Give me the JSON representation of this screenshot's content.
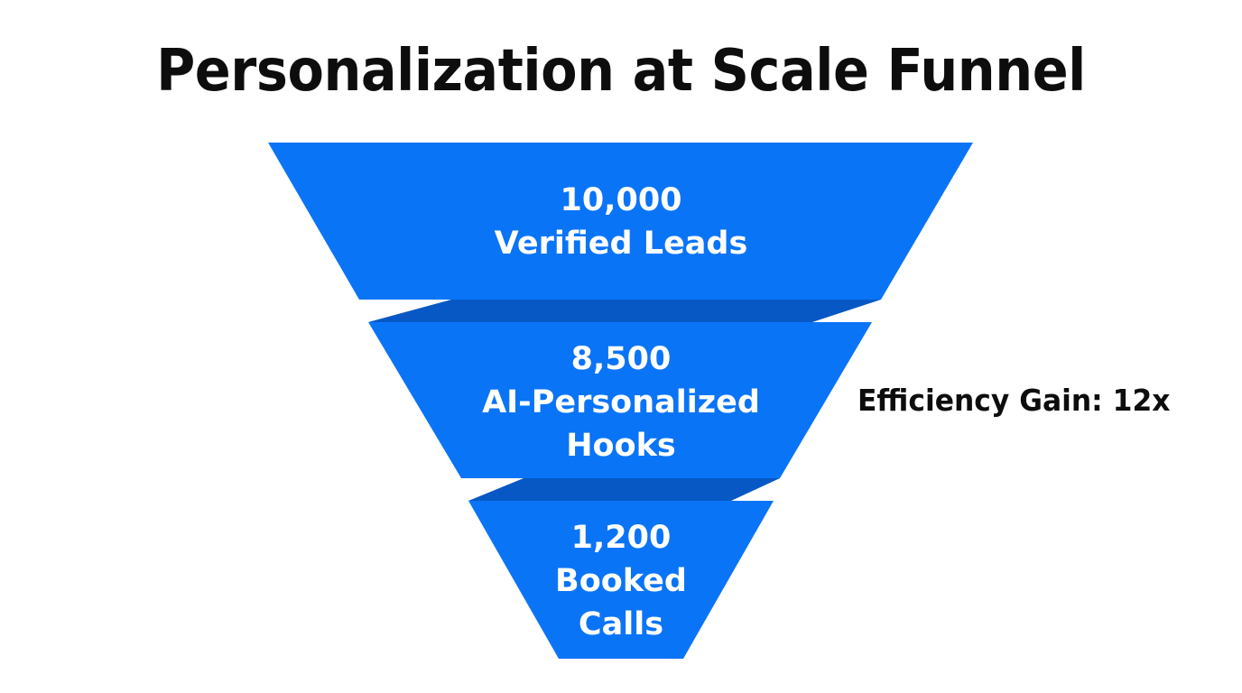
{
  "title": "Personalization at Scale Funnel",
  "annotation": "Efficiency Gain: 12x",
  "colors": {
    "segment": "#0a74f7",
    "connector": "#0758c4",
    "text": "#ffffff",
    "title": "#0d0d0d"
  },
  "stages": [
    {
      "value": "10,000",
      "label": "Verified Leads"
    },
    {
      "value": "8,500",
      "label_line1": "AI-Personalized",
      "label_line2": "Hooks"
    },
    {
      "value": "1,200",
      "label_line1": "Booked",
      "label_line2": "Calls"
    }
  ],
  "chart_data": {
    "type": "funnel",
    "title": "Personalization at Scale Funnel",
    "categories": [
      "Verified Leads",
      "AI-Personalized Hooks",
      "Booked Calls"
    ],
    "values": [
      10000,
      8500,
      1200
    ],
    "annotations": [
      "Efficiency Gain: 12x"
    ],
    "legend": null,
    "grid": false
  }
}
